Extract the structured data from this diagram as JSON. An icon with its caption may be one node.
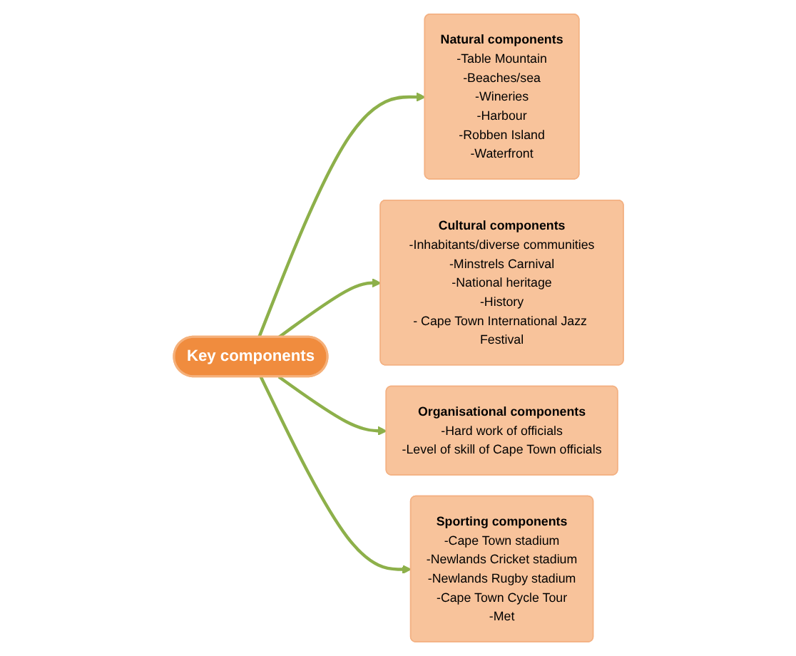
{
  "diagram": {
    "nodes": [
      {
        "text": [
          "Key components"
        ]
      },
      {
        "text": [
          "Natural components",
          "-Table Mountain",
          "-Beaches/sea",
          "-Wineries",
          "-Harbour",
          "-Robben Island",
          "-Waterfront"
        ]
      },
      {
        "text": [
          "Cultural components",
          "-Inhabitants/diverse communities",
          "-Minstrels Carnival",
          "-National heritage",
          "-History",
          "- Cape Town International Jazz Festival"
        ]
      },
      {
        "text": [
          "Organisational components",
          "-Hard work of officials",
          "-Level of skill of Cape Town officials"
        ]
      },
      {
        "text": [
          "Sporting components",
          "-Cape Town stadium",
          "-Newlands Cricket stadium",
          "-Newlands Rugby stadium",
          "-Cape Town Cycle Tour",
          "-Met"
        ]
      }
    ],
    "edges": [
      {
        "from": 0,
        "to": 1,
        "arrow": "to"
      },
      {
        "from": 0,
        "to": 2,
        "arrow": "to"
      },
      {
        "from": 0,
        "to": 3,
        "arrow": "to"
      },
      {
        "from": 0,
        "to": 4,
        "arrow": "to"
      }
    ]
  }
}
